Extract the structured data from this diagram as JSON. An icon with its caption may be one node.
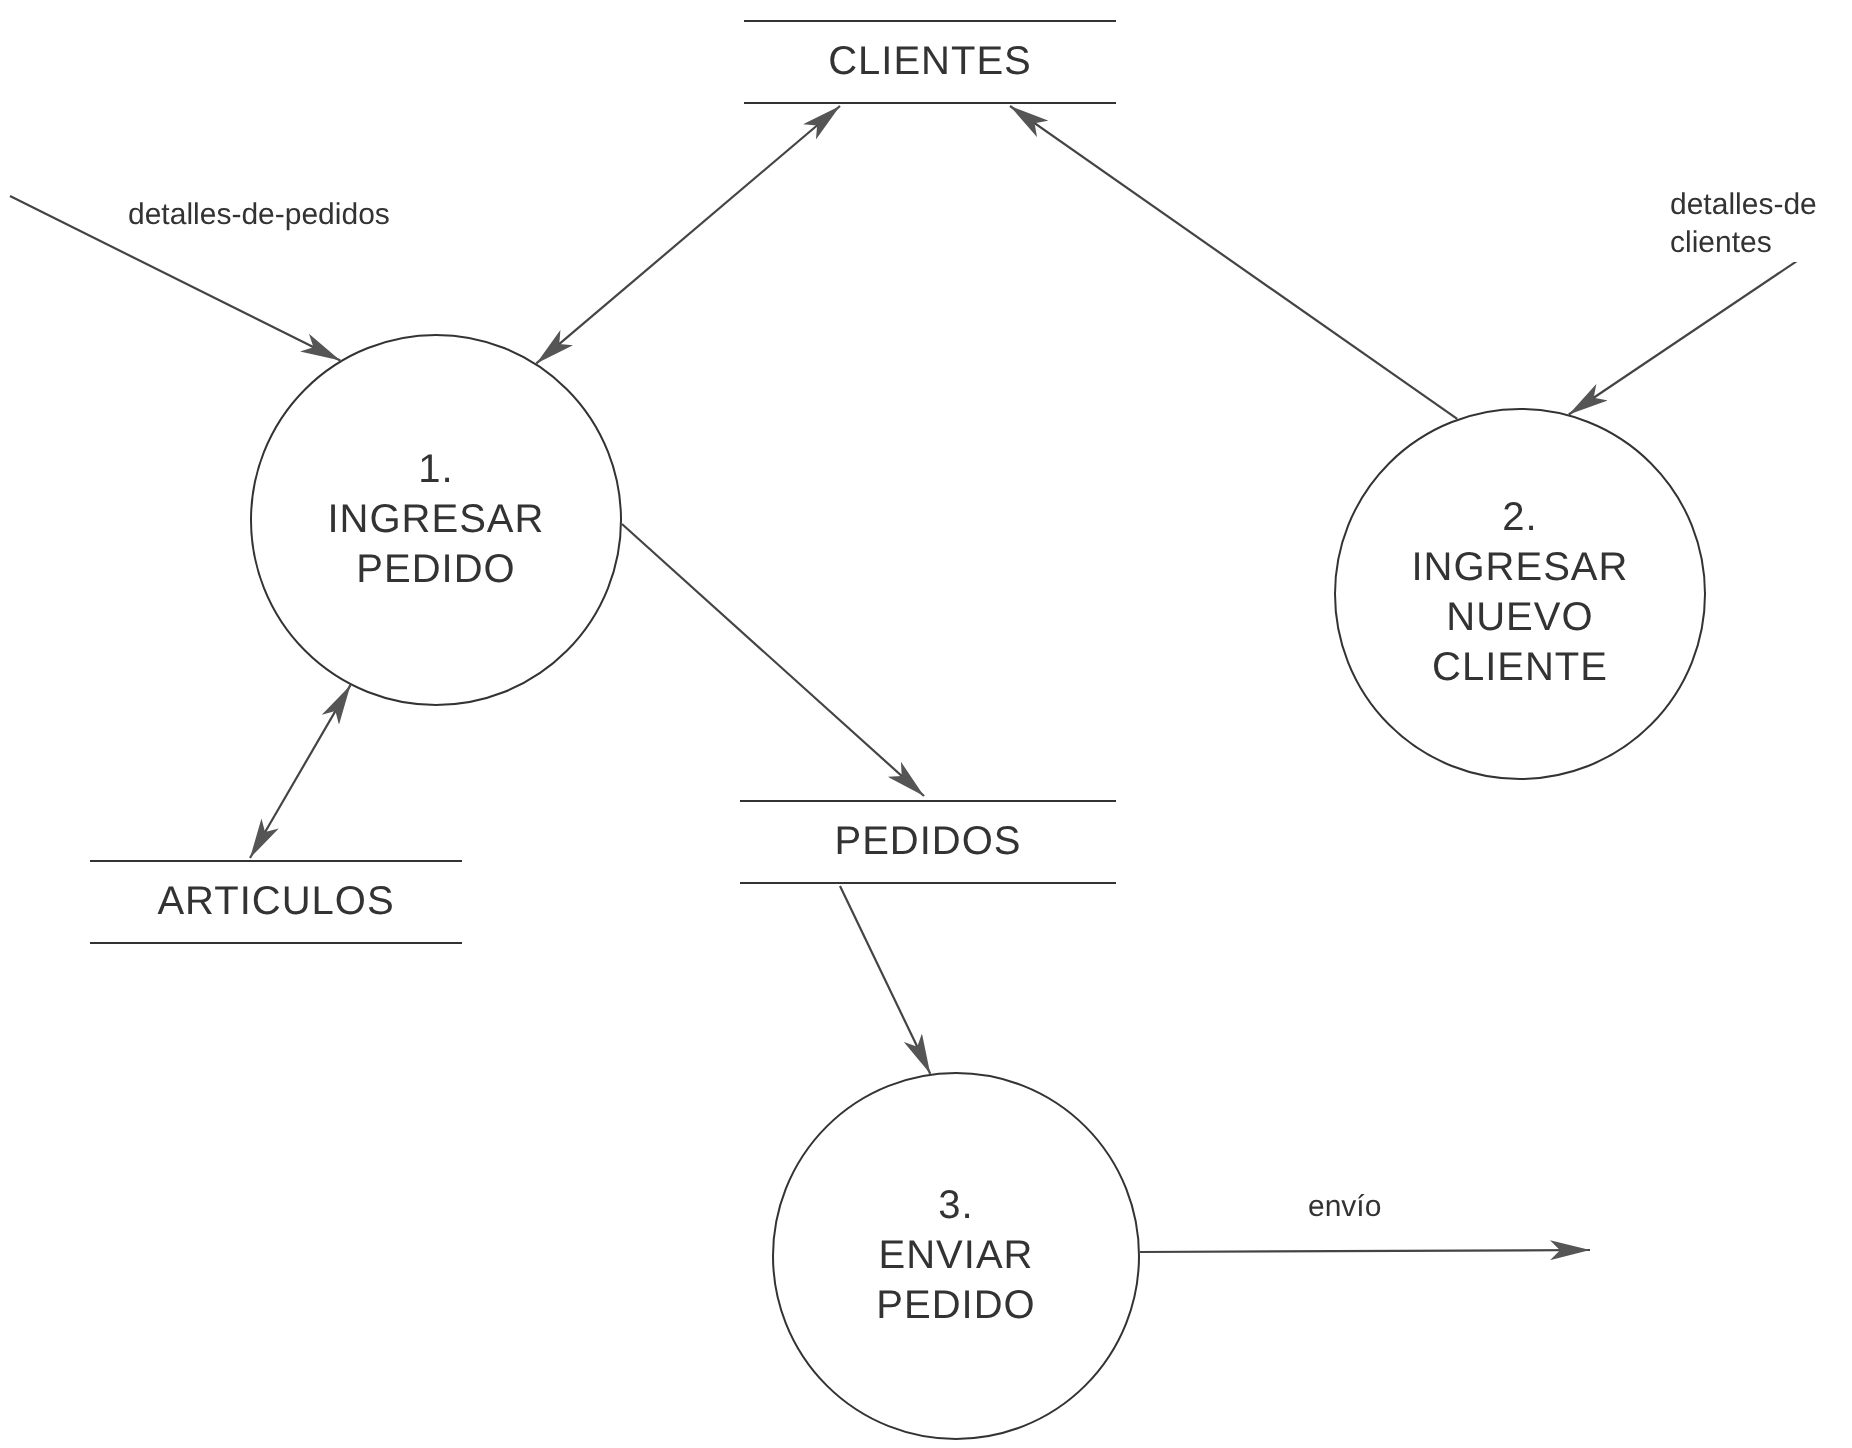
{
  "diagram": {
    "nodes": [
      {
        "text": [
          "CLIENTES"
        ]
      },
      {
        "text": [
          "1.",
          "INGRESAR PEDIDO"
        ]
      },
      {
        "text": [
          "2.",
          "INGRESAR NUEVO CLIENTE"
        ]
      },
      {
        "text": [
          "ARTICULOS"
        ]
      },
      {
        "text": [
          "PEDIDOS"
        ]
      },
      {
        "text": [
          "3.",
          "ENVIAR PEDIDO"
        ]
      }
    ],
    "edges": [
      {
        "from": null,
        "to": 1,
        "arrow": "to",
        "label": "detalles-de-pedidos"
      },
      {
        "from": 1,
        "to": 0,
        "arrow": "both"
      },
      {
        "from": 2,
        "to": 0,
        "arrow": "to"
      },
      {
        "from": null,
        "to": 2,
        "arrow": "to",
        "label": "detalles-de clientes"
      },
      {
        "from": 1,
        "to": 4,
        "arrow": "to"
      },
      {
        "from": 1,
        "to": 3,
        "arrow": "both"
      },
      {
        "from": 4,
        "to": 5,
        "arrow": "to"
      },
      {
        "from": 5,
        "to": null,
        "arrow": "to",
        "label": "envío"
      }
    ]
  }
}
